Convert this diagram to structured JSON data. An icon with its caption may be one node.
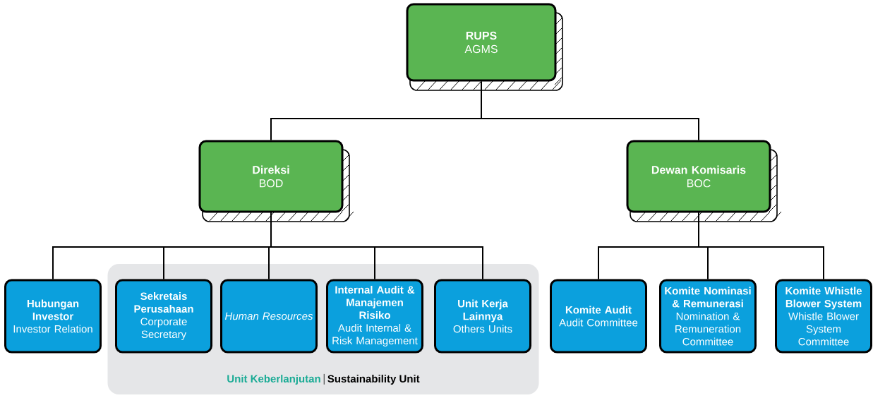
{
  "diagram": {
    "nodes": [
      {
        "text": [
          "RUPS",
          "AGMS"
        ]
      },
      {
        "text": [
          "Direksi",
          "BOD"
        ]
      },
      {
        "text": [
          "Dewan Komisaris",
          "BOC"
        ]
      },
      {
        "text": [
          "Hubungan Investor",
          "Investor Relation"
        ]
      },
      {
        "text": [
          "Unit Keberlanjutan",
          "Sustainability Unit"
        ]
      },
      {
        "text": [
          "Sekretais Perusahaan",
          "Corporate Secretary"
        ],
        "in": 4
      },
      {
        "text": [
          "Human Resources"
        ],
        "in": 4
      },
      {
        "text": [
          "Internal Audit & Manajemen Risiko",
          "Audit Internal & Risk Management"
        ],
        "in": 4
      },
      {
        "text": [
          "Unit Kerja Lainnya",
          "Others Units"
        ],
        "in": 4
      },
      {
        "text": [
          "Komite Audit",
          "Audit Committee"
        ]
      },
      {
        "text": [
          "Komite Nominasi & Remunerasi",
          "Nomination & Remuneration Committee"
        ]
      },
      {
        "text": [
          "Komite Whistle Blower System",
          "Whistle Blower System Committee"
        ]
      }
    ],
    "edges": [
      {
        "from": 0,
        "to": 1,
        "arrow": "none"
      },
      {
        "from": 0,
        "to": 2,
        "arrow": "none"
      },
      {
        "from": 1,
        "to": 3,
        "arrow": "none"
      },
      {
        "from": 1,
        "to": 5,
        "arrow": "none"
      },
      {
        "from": 1,
        "to": 6,
        "arrow": "none"
      },
      {
        "from": 1,
        "to": 7,
        "arrow": "none"
      },
      {
        "from": 1,
        "to": 8,
        "arrow": "none"
      },
      {
        "from": 2,
        "to": 9,
        "arrow": "none"
      },
      {
        "from": 2,
        "to": 10,
        "arrow": "none"
      },
      {
        "from": 2,
        "to": 11,
        "arrow": "none"
      }
    ]
  }
}
